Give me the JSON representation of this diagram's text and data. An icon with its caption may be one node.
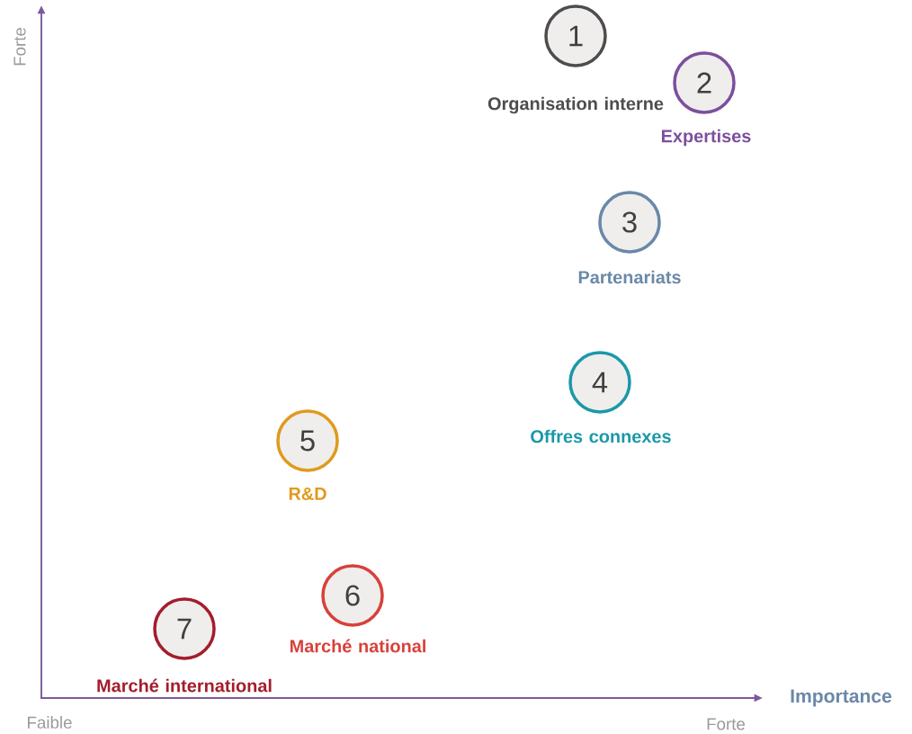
{
  "diagram": {
    "nodes": [
      {
        "text": [
          "1",
          "Organisation interne"
        ]
      },
      {
        "text": [
          "2",
          "Expertises"
        ]
      },
      {
        "text": [
          "3",
          "Partenariats"
        ]
      },
      {
        "text": [
          "4",
          "Offres connexes"
        ]
      },
      {
        "text": [
          "5",
          "R&D"
        ]
      },
      {
        "text": [
          "6",
          "Marché national"
        ]
      },
      {
        "text": [
          "7",
          "Marché international"
        ]
      }
    ],
    "labels": [
      "Forte",
      "Importance",
      "Faible",
      "Forte"
    ]
  }
}
